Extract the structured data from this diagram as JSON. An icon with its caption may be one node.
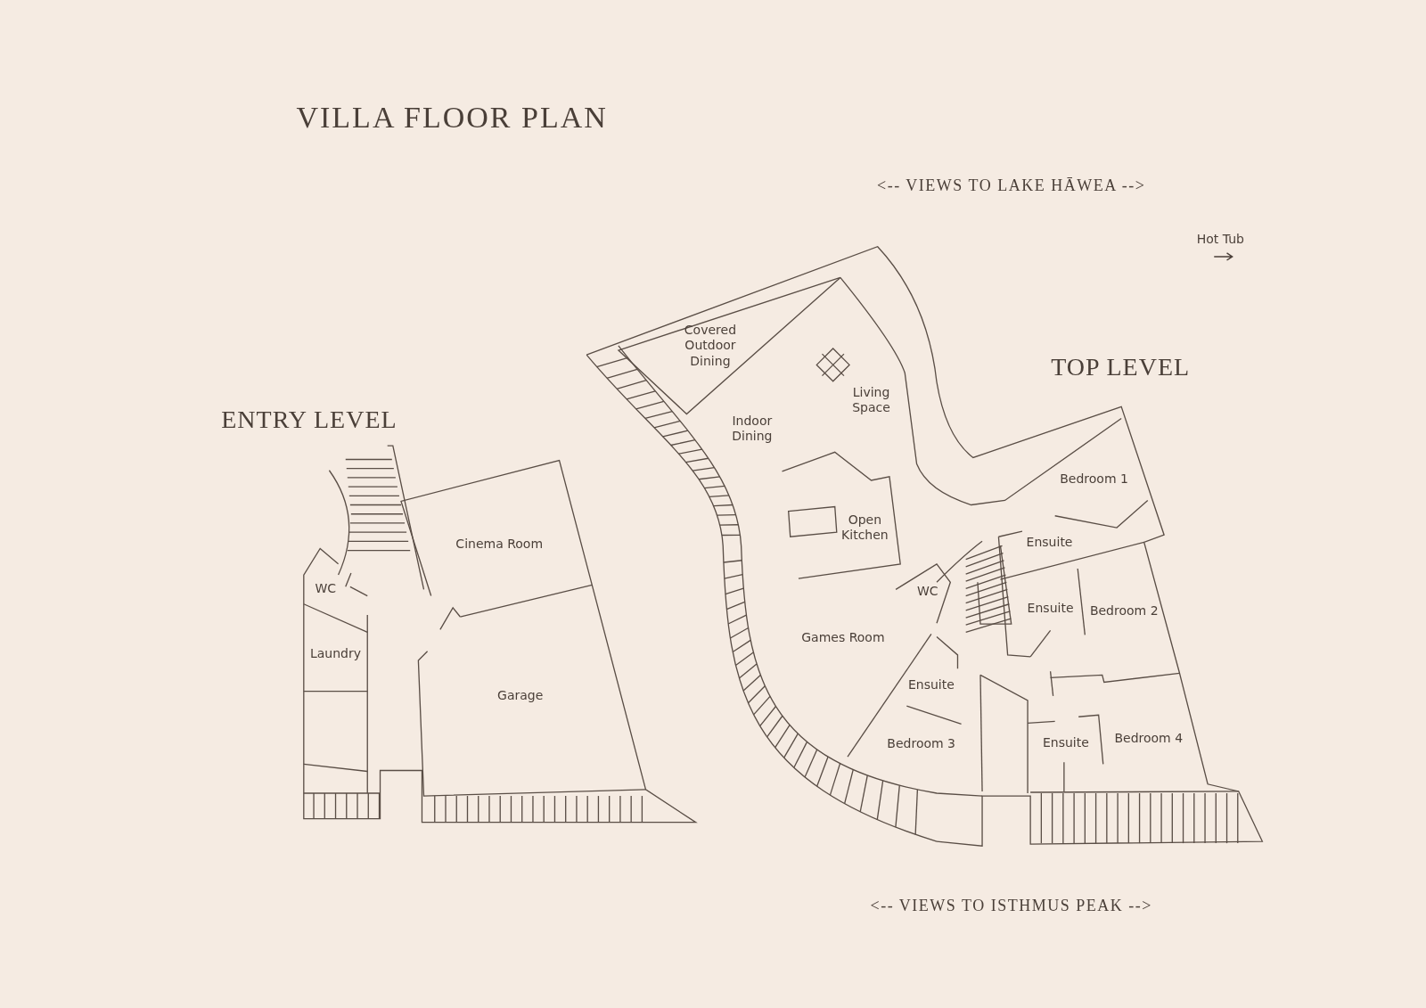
{
  "diagram": {
    "title": "VILLA FLOOR PLAN",
    "labels": [
      "<-- VIEWS TO LAKE HĀWEA -->",
      "Hot Tub",
      "TOP LEVEL",
      "Covered Outdoor Dining",
      "Living Space",
      "Indoor Dining",
      "ENTRY LEVEL",
      "Bedroom 1",
      "Cinema Room",
      "Open Kitchen",
      "Ensuite",
      "WC",
      "WC",
      "Ensuite",
      "Bedroom 2",
      "Games Room",
      "Laundry",
      "Garage",
      "Ensuite",
      "Bedroom 3",
      "Ensuite",
      "Bedroom 4",
      "<-- VIEWS TO ISTHMUS PEAK -->"
    ]
  }
}
